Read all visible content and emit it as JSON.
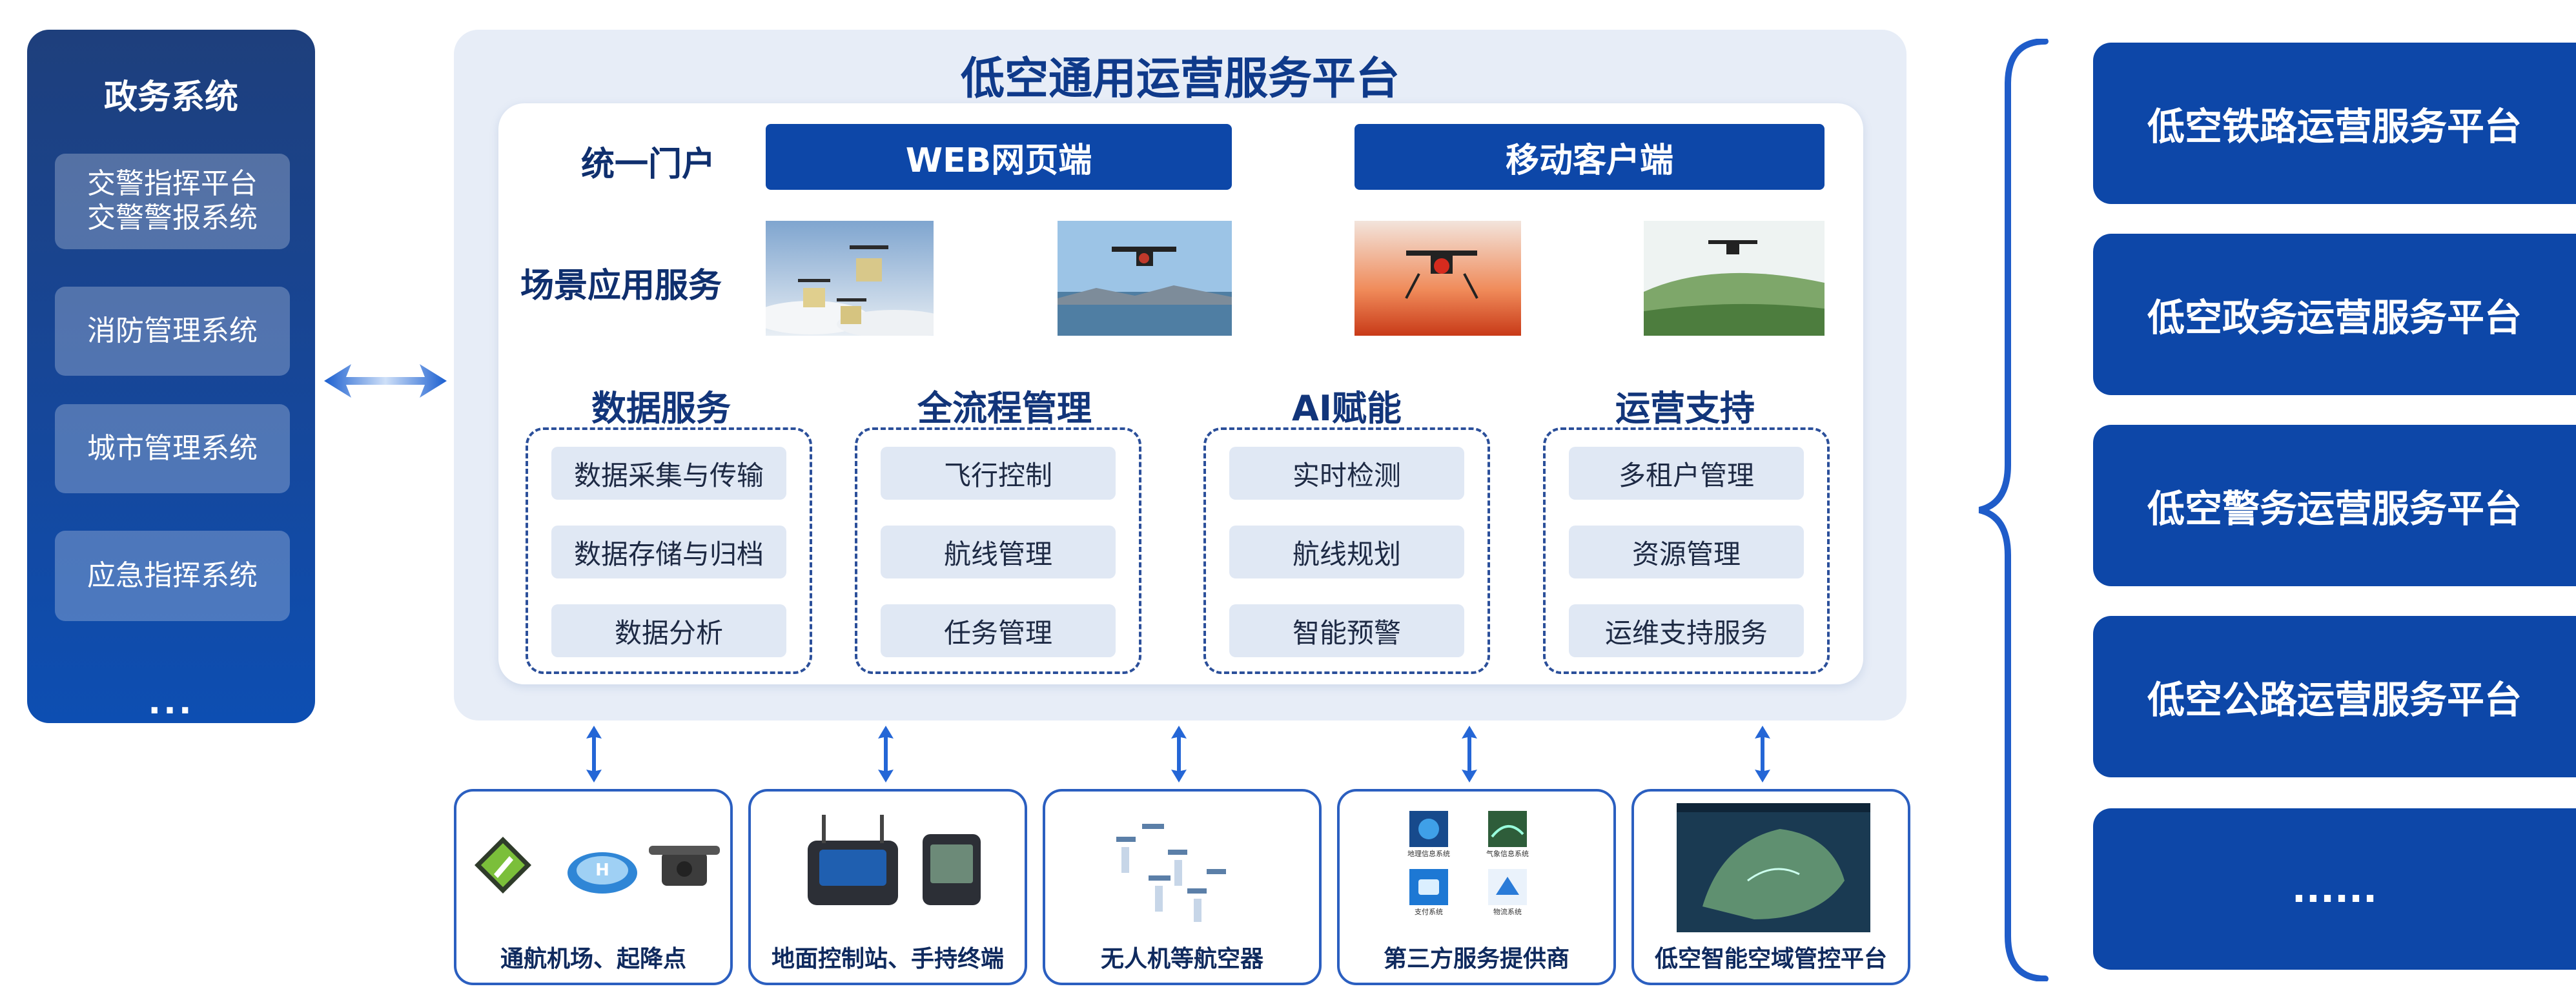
{
  "left": {
    "title": "政务系统",
    "items": [
      {
        "line1": "交警指挥平台",
        "line2": "交警警报系统"
      },
      {
        "label": "消防管理系统"
      },
      {
        "label": "城市管理系统"
      },
      {
        "label": "应急指挥系统"
      }
    ],
    "more": "..."
  },
  "center": {
    "title": "低空通用运营服务平台",
    "portal_label": "统一门户",
    "web_btn": "WEB网页端",
    "mobile_btn": "移动客户端",
    "scene_label": "场景应用服务",
    "columns": [
      {
        "title": "数据服务",
        "items": [
          "数据采集与传输",
          "数据存储与归档",
          "数据分析"
        ]
      },
      {
        "title": "全流程管理",
        "items": [
          "飞行控制",
          "航线管理",
          "任务管理"
        ]
      },
      {
        "title": "AI赋能",
        "items": [
          "实时检测",
          "航线规划",
          "智能预警"
        ]
      },
      {
        "title": "运营支持",
        "items": [
          "多租户管理",
          "资源管理",
          "运维支持服务"
        ]
      }
    ]
  },
  "bottom": [
    {
      "label": "通航机场、起降点"
    },
    {
      "label": "地面控制站、手持终端"
    },
    {
      "label": "无人机等航空器"
    },
    {
      "label": "第三方服务提供商",
      "thumbs": [
        "地理信息系统",
        "气象信息系统",
        "支付系统",
        "物流系统"
      ]
    },
    {
      "label": "低空智能空域管控平台"
    }
  ],
  "right": [
    {
      "label": "低空铁路运营服务平台"
    },
    {
      "label": "低空政务运营服务平台"
    },
    {
      "label": "低空警务运营服务平台"
    },
    {
      "label": "低空公路运营服务平台"
    },
    {
      "label": "......"
    }
  ],
  "colors": {
    "primary": "#0d47a8",
    "dark_blue": "#1e3f7c",
    "panel_bg": "#e7edf7",
    "pill_bg": "#e0e8f4"
  }
}
